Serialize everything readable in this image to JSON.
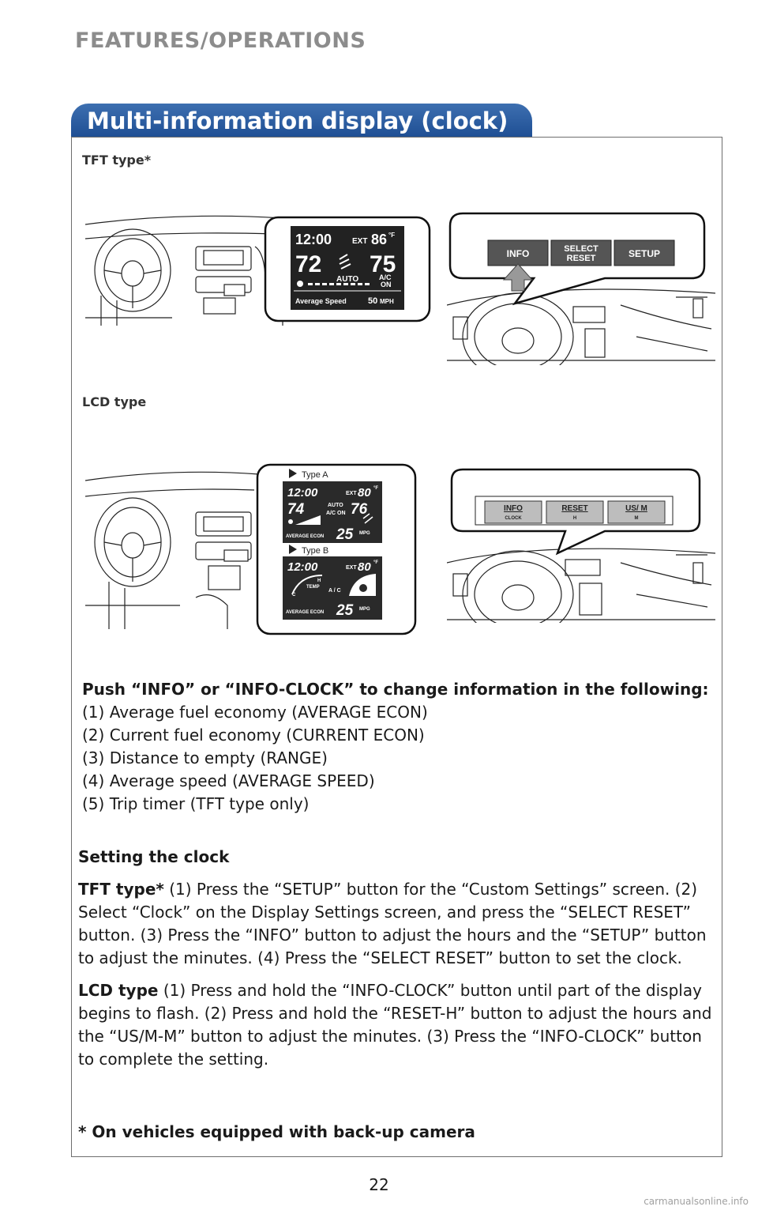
{
  "header": {
    "section": "FEATURES/OPERATIONS"
  },
  "banner": {
    "title": "Multi-information display (clock)"
  },
  "tft": {
    "label": "TFT type*",
    "display": {
      "time": "12:00",
      "ext": "EXT",
      "temp": "86",
      "unit": "°F",
      "left_temp": "72",
      "right_temp": "75",
      "mode": "AUTO",
      "ac": "A/C",
      "ac_state": "ON",
      "info_label": "Average Speed",
      "info_value": "50",
      "info_unit": "MPH"
    },
    "buttons": {
      "info": "INFO",
      "select": "SELECT",
      "reset": "RESET",
      "setup": "SETUP"
    }
  },
  "lcd": {
    "label": "LCD type",
    "type_a": {
      "label": "Type A",
      "time": "12:00",
      "ext": "EXT",
      "temp": "80",
      "unit": "°F",
      "left_temp": "74",
      "right_temp": "76",
      "mode": "AUTO",
      "ac": "A/C ON",
      "econ_label": "AVERAGE ECON",
      "econ_value": "25",
      "econ_unit": "MPG"
    },
    "type_b": {
      "label": "Type B",
      "time": "12:00",
      "ext": "EXT",
      "temp": "80",
      "unit": "°F",
      "temp_label": "TEMP",
      "hot": "H",
      "cold": "C",
      "ac": "A / C",
      "econ_label": "AVERAGE ECON",
      "econ_value": "25",
      "econ_unit": "MPG"
    },
    "buttons": {
      "info": "INFO",
      "info_sub": "CLOCK",
      "reset": "RESET",
      "reset_sub": "H",
      "usm": "US/ M",
      "usm_sub": "M"
    }
  },
  "intro": {
    "lead": "Push “INFO” or “INFO-CLOCK” to change information in the following:",
    "items": [
      "(1) Average fuel economy (AVERAGE ECON)",
      "(2) Current fuel economy (CURRENT ECON)",
      "(3) Distance to empty (RANGE)",
      "(4) Average speed (AVERAGE SPEED)",
      "(5) Trip timer (TFT type only)"
    ]
  },
  "setting": {
    "heading": "Setting the clock",
    "tft_label": "TFT type*",
    "tft_text": " (1) Press the “SETUP” button for the “Custom Settings” screen. (2) Select “Clock” on the Display Settings screen, and press the “SELECT RESET” button. (3) Press the “INFO” button to adjust the hours and the “SETUP” button to adjust the minutes. (4) Press the “SELECT RESET” button to set the clock.",
    "lcd_label": "LCD type",
    "lcd_text": " (1) Press and hold the “INFO-CLOCK” button until part of the display begins to flash. (2) Press and hold the “RESET-H” button to adjust the hours and the “US/M-M” button to adjust the minutes. (3) Press the “INFO-CLOCK” button to complete the setting."
  },
  "footnote": "* On vehicles equipped with back-up camera",
  "page_number": "22",
  "watermark": "carmanualsonline.info"
}
